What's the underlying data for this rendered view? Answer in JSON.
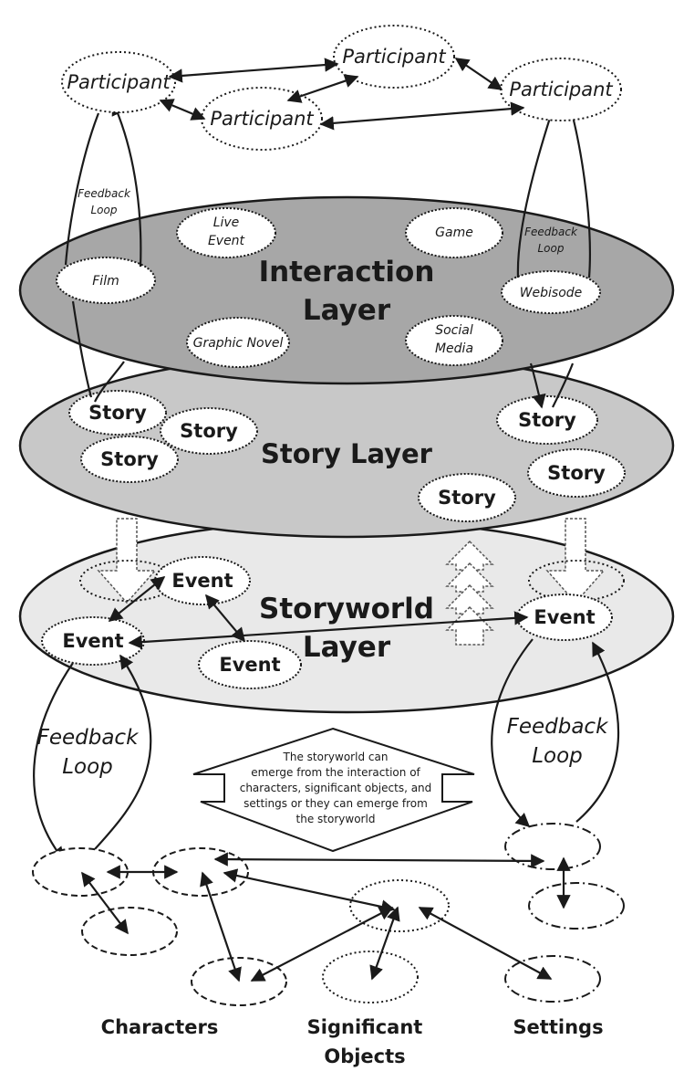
{
  "participants": [
    "Participant",
    "Participant",
    "Participant",
    "Participant"
  ],
  "feedback_small": [
    "Feedback",
    "Loop"
  ],
  "interaction_layer": {
    "title_line1": "Interaction",
    "title_line2": "Layer",
    "media": {
      "film": "Film",
      "live_event_1": "Live",
      "live_event_2": "Event",
      "game": "Game",
      "webisode": "Webisode",
      "graphic_novel": "Graphic Novel",
      "social_media_1": "Social",
      "social_media_2": "Media"
    }
  },
  "story_layer": {
    "title": "Story Layer",
    "story_label": "Story"
  },
  "storyworld_layer": {
    "title_line1": "Storyworld",
    "title_line2": "Layer",
    "event_label": "Event"
  },
  "feedback_large": [
    "Feedback",
    "Loop"
  ],
  "callout": [
    "The storyworld can",
    "emerge from the interaction of",
    "characters, significant objects, and",
    "settings or they can emerge from",
    "the storyworld"
  ],
  "bottom_labels": {
    "characters": "Characters",
    "objects_1": "Significant",
    "objects_2": "Objects",
    "settings": "Settings"
  },
  "colors": {
    "interaction_fill": "#a7a7a7",
    "story_fill": "#c8c8c8",
    "storyworld_fill": "#e9e9e9",
    "stroke": "#1a1a1a"
  }
}
